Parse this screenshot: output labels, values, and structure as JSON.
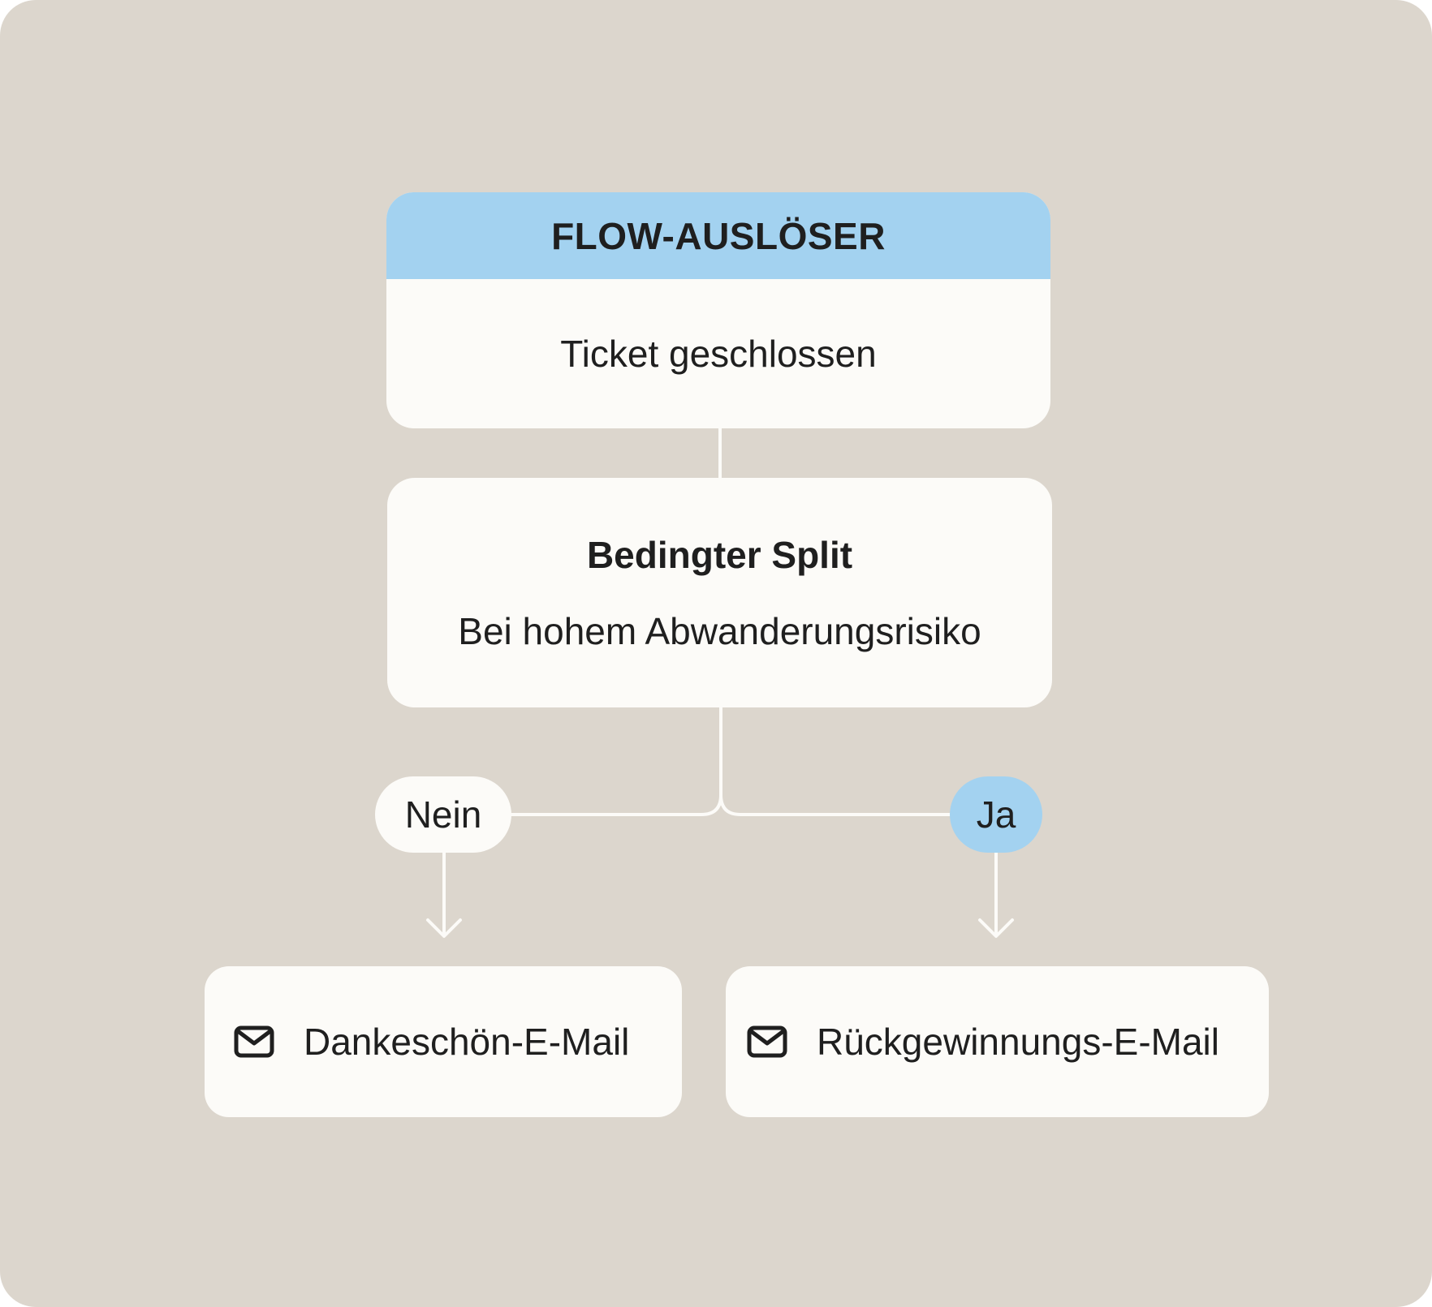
{
  "trigger": {
    "header": "FLOW-AUSLÖSER",
    "body": "Ticket geschlossen"
  },
  "split": {
    "title": "Bedingter Split",
    "condition": "Bei hohem Abwanderungsrisiko"
  },
  "branches": {
    "no_label": "Nein",
    "yes_label": "Ja"
  },
  "actions": {
    "left": {
      "icon": "mail-icon",
      "label": "Dankeschön-E-Mail"
    },
    "right": {
      "icon": "mail-icon",
      "label": "Rückgewinnungs-E-Mail"
    }
  },
  "colors": {
    "background": "#dcd6cd",
    "card": "#fcfbf8",
    "accent_blue": "#a3d2f0",
    "text": "#1f1f1f"
  }
}
